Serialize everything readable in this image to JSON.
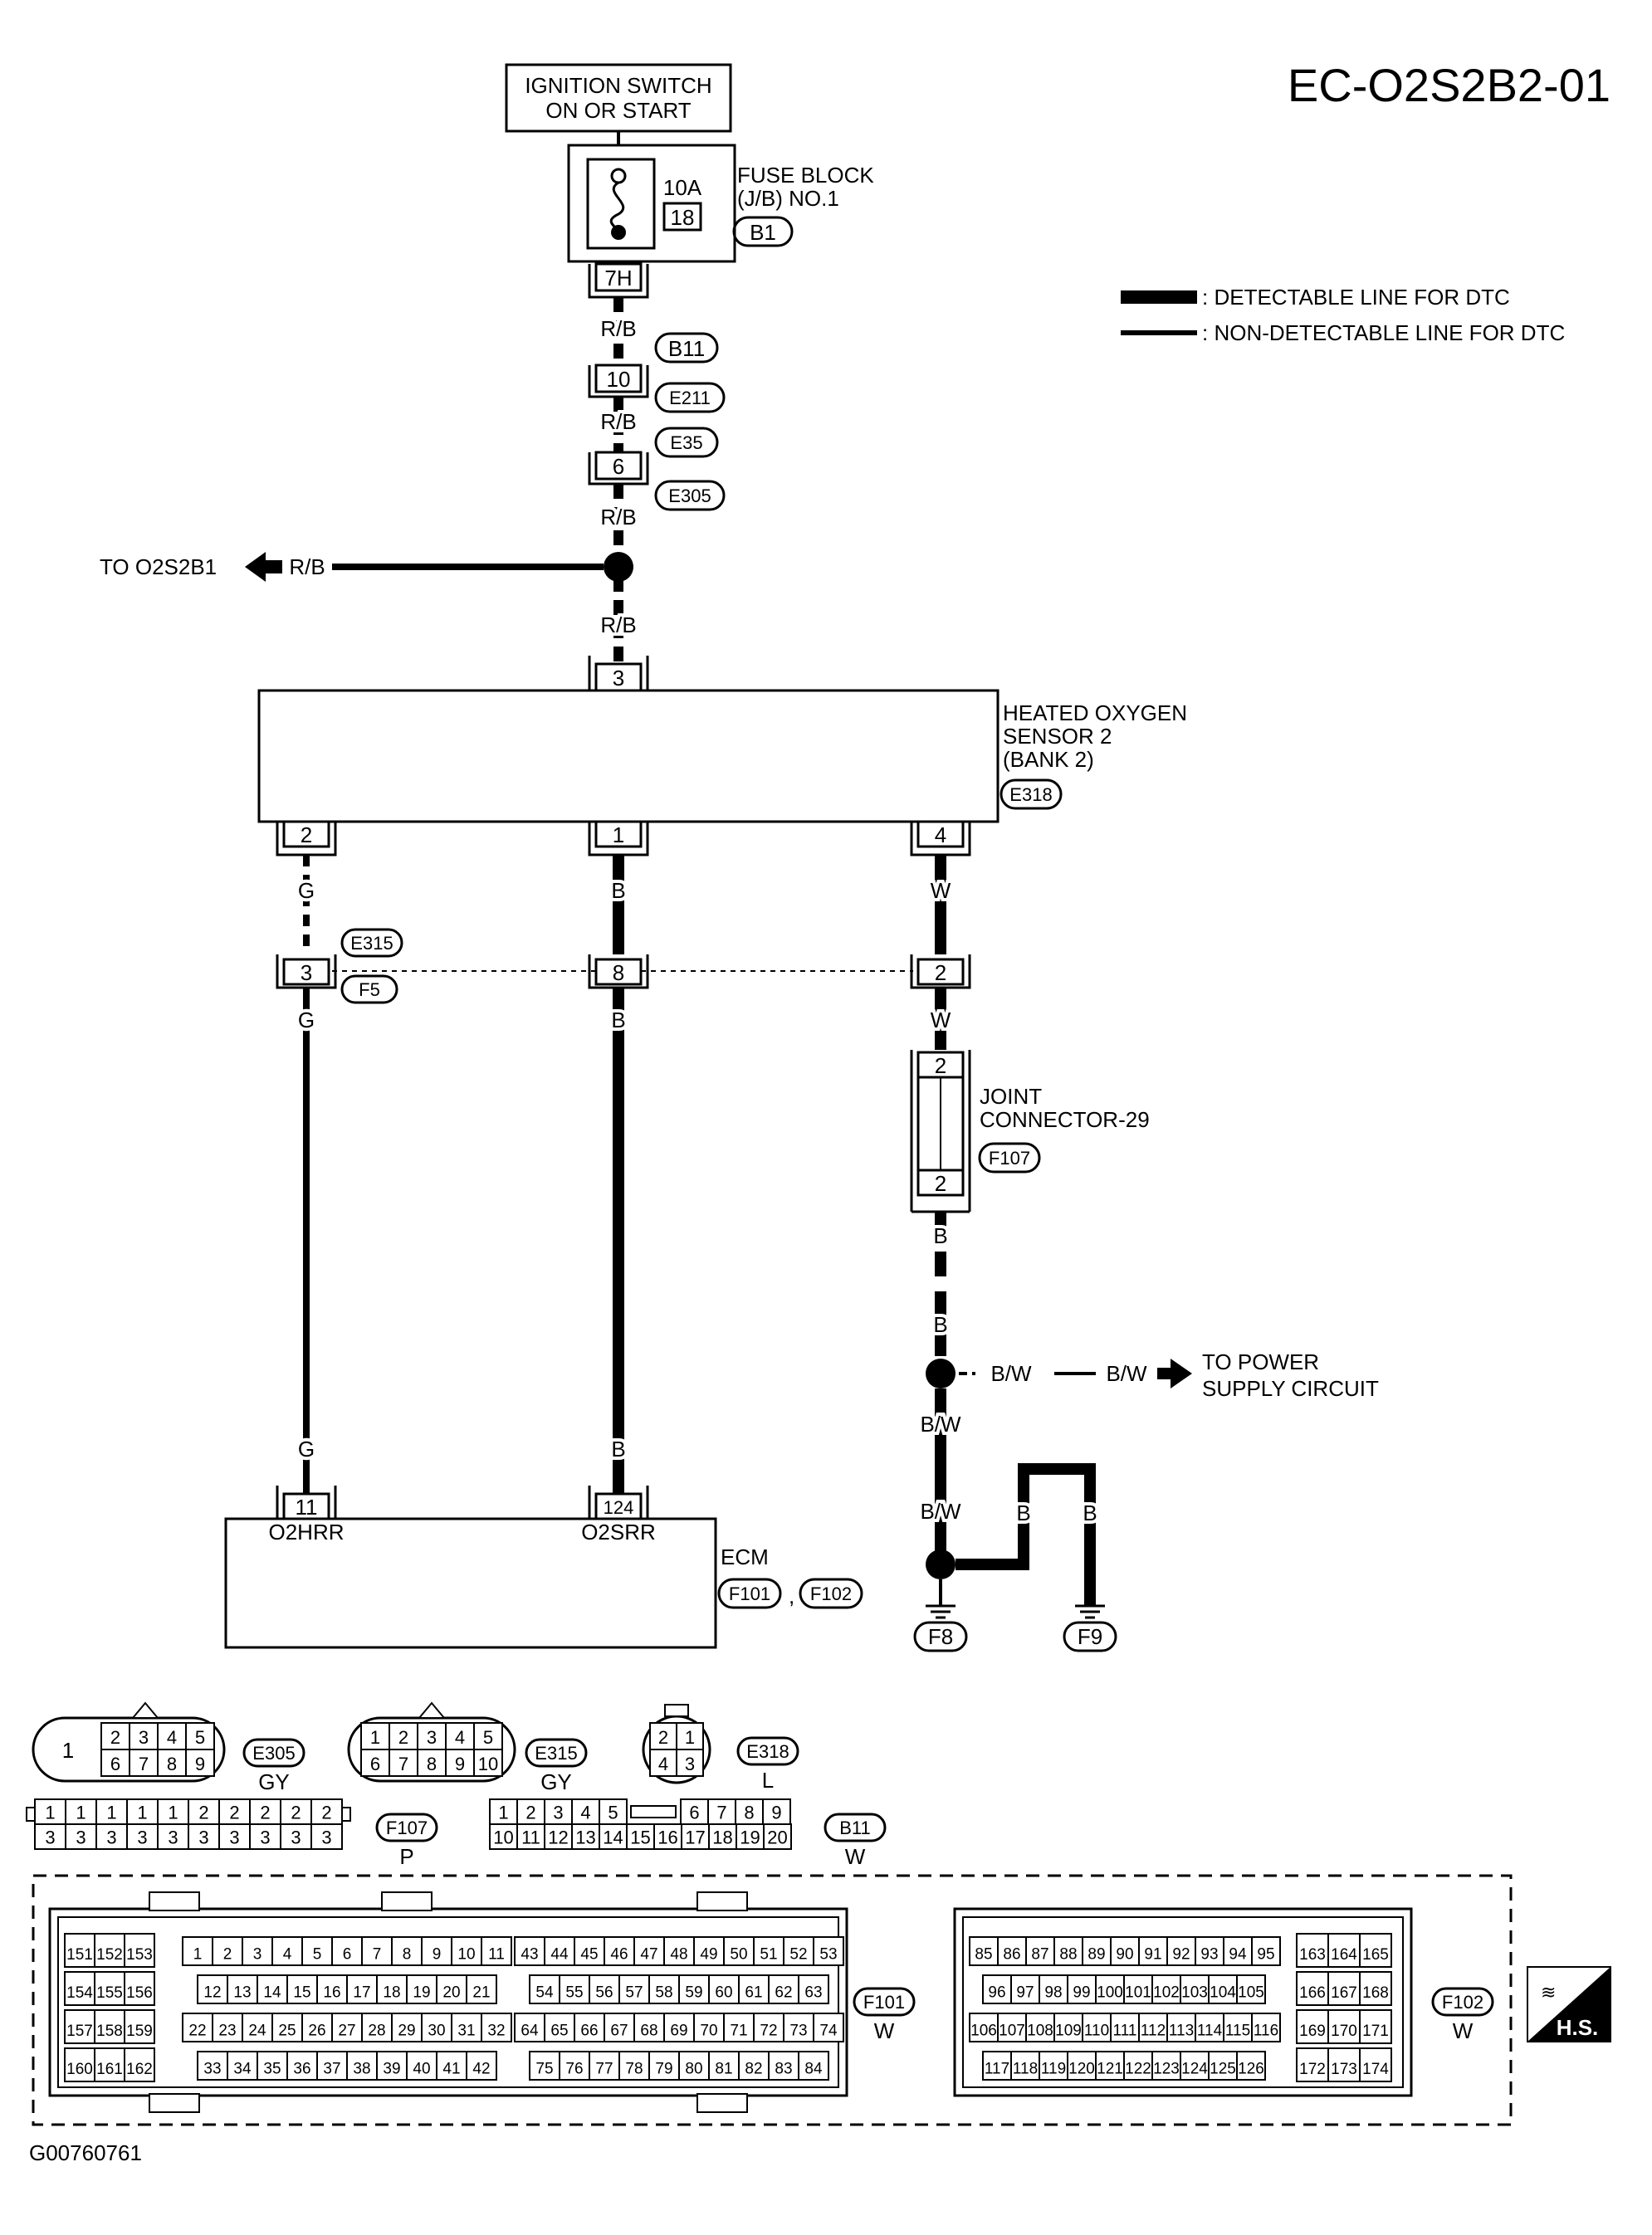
{
  "diagram_id": "EC-O2S2B2-01",
  "footer_code": "G00760761",
  "power": {
    "ignition_line1": "IGNITION SWITCH",
    "ignition_line2": "ON OR START",
    "fuse_block_line1": "FUSE BLOCK",
    "fuse_block_line2": "(J/B) NO.1",
    "fuse_rating": "10A",
    "fuse_number": "18",
    "fuse_block_connector": "B1",
    "fuse_terminal": "7H"
  },
  "legend": {
    "detectable": ": DETECTABLE LINE FOR DTC",
    "non_detectable": ": NON-DETECTABLE LINE FOR DTC"
  },
  "upper_harness": {
    "wire_color": "R/B",
    "conn_b11": "B11",
    "conn_e211": "E211",
    "pin_10": "10",
    "conn_e35": "E35",
    "conn_e305": "E305",
    "pin_6": "6",
    "to_label": "TO  O2S2B1",
    "branch_wire": "R/B"
  },
  "sensor": {
    "name_line1": "HEATED OXYGEN",
    "name_line2": "SENSOR 2",
    "name_line3": "(BANK 2)",
    "connector": "E318",
    "pin_top": "3",
    "pin_left": "2",
    "pin_mid": "1",
    "pin_right": "4"
  },
  "mid_harness": {
    "wire_g": "G",
    "wire_b": "B",
    "wire_w": "W",
    "conn_e315": "E315",
    "conn_f5": "F5",
    "pin_3": "3",
    "pin_8": "8",
    "pin_2": "2"
  },
  "joint": {
    "name_line1": "JOINT",
    "name_line2": "CONNECTOR-29",
    "connector": "F107",
    "pin_top": "2",
    "pin_bottom": "2"
  },
  "ground": {
    "wire_b": "B",
    "wire_bw": "B/W",
    "to_line1": "TO POWER",
    "to_line2": "SUPPLY CIRCUIT",
    "f8": "F8",
    "f9": "F9"
  },
  "ecm": {
    "name": "ECM",
    "conn_f101": "F101",
    "conn_f102": "F102",
    "separator": ",",
    "pin_11": "11",
    "pin_124": "124",
    "label_left": "O2HRR",
    "label_right": "O2SRR"
  },
  "connector_views": {
    "e305": {
      "id": "E305",
      "color": "GY",
      "big": "1",
      "top": [
        "2",
        "3",
        "4",
        "5"
      ],
      "bottom": [
        "6",
        "7",
        "8",
        "9"
      ]
    },
    "e315": {
      "id": "E315",
      "color": "GY",
      "top": [
        "1",
        "2",
        "3",
        "4",
        "5"
      ],
      "bottom": [
        "6",
        "7",
        "8",
        "9",
        "10"
      ]
    },
    "e318": {
      "id": "E318",
      "color": "L",
      "top": [
        "2",
        "1"
      ],
      "bottom": [
        "4",
        "3"
      ]
    },
    "f107": {
      "id": "F107",
      "color": "P",
      "top": [
        "1",
        "1",
        "1",
        "1",
        "1",
        "2",
        "2",
        "2",
        "2",
        "2"
      ],
      "bottom": [
        "3",
        "3",
        "3",
        "3",
        "3",
        "3",
        "3",
        "3",
        "3",
        "3"
      ]
    },
    "b11": {
      "id": "B11",
      "color": "W",
      "top_left": [
        "1",
        "2",
        "3",
        "4",
        "5"
      ],
      "top_right": [
        "6",
        "7",
        "8",
        "9"
      ],
      "bottom": [
        "10",
        "11",
        "12",
        "13",
        "14",
        "15",
        "16",
        "17",
        "18",
        "19",
        "20"
      ]
    },
    "f101": {
      "id": "F101",
      "color": "W",
      "left_block": [
        [
          "151",
          "152",
          "153"
        ],
        [
          "154",
          "155",
          "156"
        ],
        [
          "157",
          "158",
          "159"
        ],
        [
          "160",
          "161",
          "162"
        ]
      ],
      "mid_rows": [
        [
          "1",
          "2",
          "3",
          "4",
          "5",
          "6",
          "7",
          "8",
          "9",
          "10",
          "11"
        ],
        [
          "12",
          "13",
          "14",
          "15",
          "16",
          "17",
          "18",
          "19",
          "20",
          "21"
        ],
        [
          "22",
          "23",
          "24",
          "25",
          "26",
          "27",
          "28",
          "29",
          "30",
          "31",
          "32"
        ],
        [
          "33",
          "34",
          "35",
          "36",
          "37",
          "38",
          "39",
          "40",
          "41",
          "42"
        ]
      ],
      "right_rows": [
        [
          "43",
          "44",
          "45",
          "46",
          "47",
          "48",
          "49",
          "50",
          "51",
          "52",
          "53"
        ],
        [
          "54",
          "55",
          "56",
          "57",
          "58",
          "59",
          "60",
          "61",
          "62",
          "63"
        ],
        [
          "64",
          "65",
          "66",
          "67",
          "68",
          "69",
          "70",
          "71",
          "72",
          "73",
          "74"
        ],
        [
          "75",
          "76",
          "77",
          "78",
          "79",
          "80",
          "81",
          "82",
          "83",
          "84"
        ]
      ]
    },
    "f102": {
      "id": "F102",
      "color": "W",
      "rows": [
        [
          "85",
          "86",
          "87",
          "88",
          "89",
          "90",
          "91",
          "92",
          "93",
          "94",
          "95"
        ],
        [
          "96",
          "97",
          "98",
          "99",
          "100",
          "101",
          "102",
          "103",
          "104",
          "105"
        ],
        [
          "106",
          "107",
          "108",
          "109",
          "110",
          "111",
          "112",
          "113",
          "114",
          "115",
          "116"
        ],
        [
          "117",
          "118",
          "119",
          "120",
          "121",
          "122",
          "123",
          "124",
          "125",
          "126"
        ]
      ],
      "right_block": [
        [
          "163",
          "164",
          "165"
        ],
        [
          "166",
          "167",
          "168"
        ],
        [
          "169",
          "170",
          "171"
        ],
        [
          "172",
          "173",
          "174"
        ]
      ]
    }
  },
  "hs_badge": "H.S."
}
